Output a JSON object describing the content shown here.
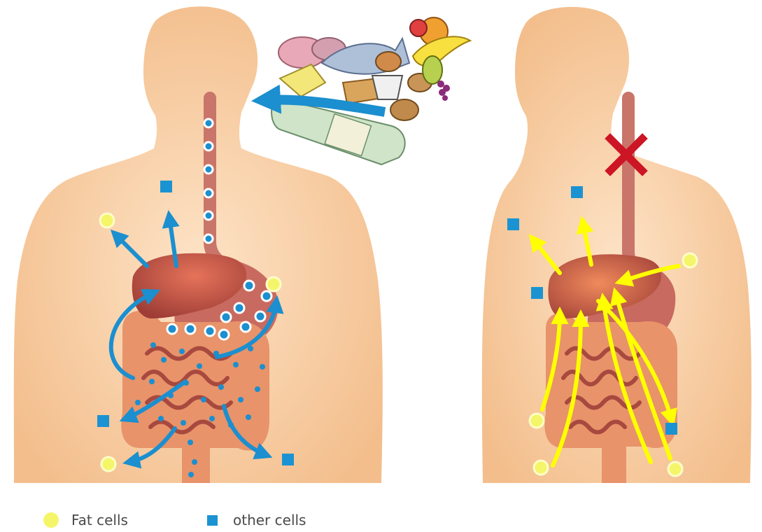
{
  "legend": {
    "fat_cells_label": "Fat cells",
    "other_cells_label": "other cells"
  },
  "colors": {
    "skin": "#f7c79a",
    "liver": "#b04a3f",
    "stomach": "#c56a5f",
    "intestine": "#e8936a",
    "esophagus": "#c9756a",
    "blue_arrow": "#1b8fcf",
    "yellow_arrow": "#ffff00",
    "fat_cell": "#f5f56a",
    "other_cell": "#1b93d2",
    "block_x": "#cc1525"
  },
  "icons": {
    "blocked": "red-x-icon",
    "food": "food-pile-illustration"
  }
}
